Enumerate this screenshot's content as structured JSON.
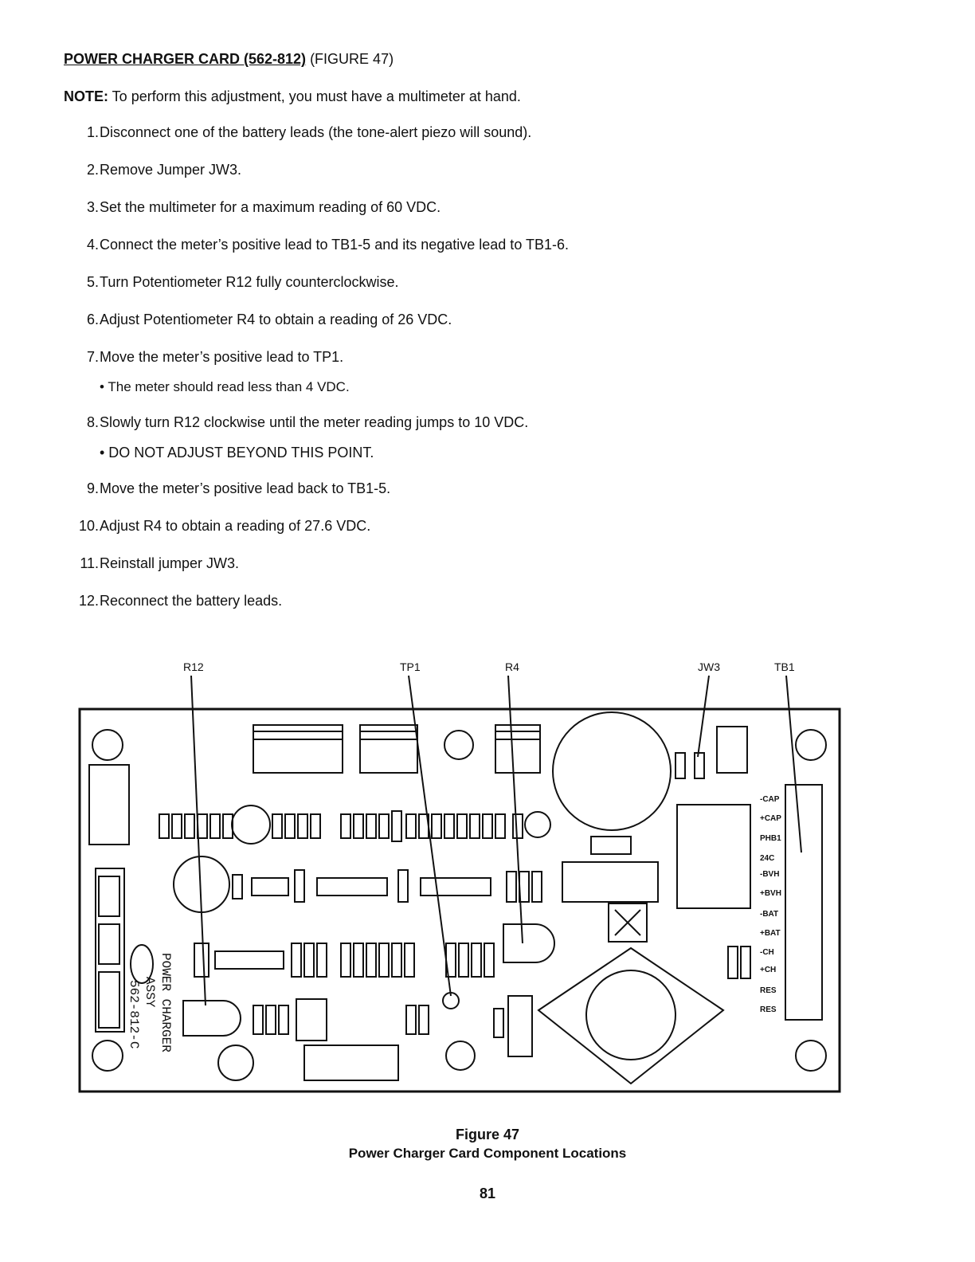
{
  "heading": {
    "title": "POWER CHARGER CARD (562-812)",
    "figure_ref": " (FIGURE 47)"
  },
  "note": {
    "label": "NOTE:",
    "text": " To perform this adjustment, you must have a multimeter at hand."
  },
  "steps": [
    {
      "num": "1.",
      "text": "Disconnect one of the battery leads (the tone-alert piezo will sound)."
    },
    {
      "num": "2.",
      "text": "Remove Jumper JW3."
    },
    {
      "num": "3.",
      "text": "Set the multimeter for a maximum reading of 60 VDC."
    },
    {
      "num": "4.",
      "text": "Connect the meter’s positive lead to TB1-5 and its negative lead to TB1-6."
    },
    {
      "num": "5.",
      "text": "Turn Potentiometer R12 fully counterclockwise."
    },
    {
      "num": "6.",
      "text": "Adjust Potentiometer R4 to obtain a reading of 26 VDC."
    },
    {
      "num": "7.",
      "text": "Move the meter’s positive lead to TP1."
    },
    {
      "num": "8.",
      "text": "Slowly turn R12 clockwise until the meter reading jumps to 10 VDC."
    },
    {
      "num": "9.",
      "text": "Move the meter’s positive lead back to TB1-5."
    },
    {
      "num": "10.",
      "text": "Adjust R4 to obtain a reading of 27.6 VDC."
    },
    {
      "num": "11.",
      "text": "Reinstall jumper JW3."
    },
    {
      "num": "12.",
      "text": "Reconnect the battery leads."
    }
  ],
  "bullets": [
    "• The meter should read less than 4 VDC.",
    "• DO NOT ADJUST BEYOND THIS POINT."
  ],
  "callouts": {
    "r12": "R12",
    "tp1": "TP1",
    "r4": "R4",
    "jw3": "JW3",
    "tb1": "TB1"
  },
  "board_text": {
    "assy_line1": "POWER CHARGER",
    "assy_line2": "ASSY",
    "assy_line3": "562-812-C",
    "tb1_labels": [
      "-CAP",
      "+CAP",
      "PHB1",
      "24C",
      "-BVH",
      "+BVH",
      "-BAT",
      "+BAT",
      "-CH",
      "+CH",
      "RES",
      "RES"
    ]
  },
  "figure": {
    "number": "Figure 47",
    "caption": "Power Charger Card Component Locations"
  },
  "page_number": "81"
}
